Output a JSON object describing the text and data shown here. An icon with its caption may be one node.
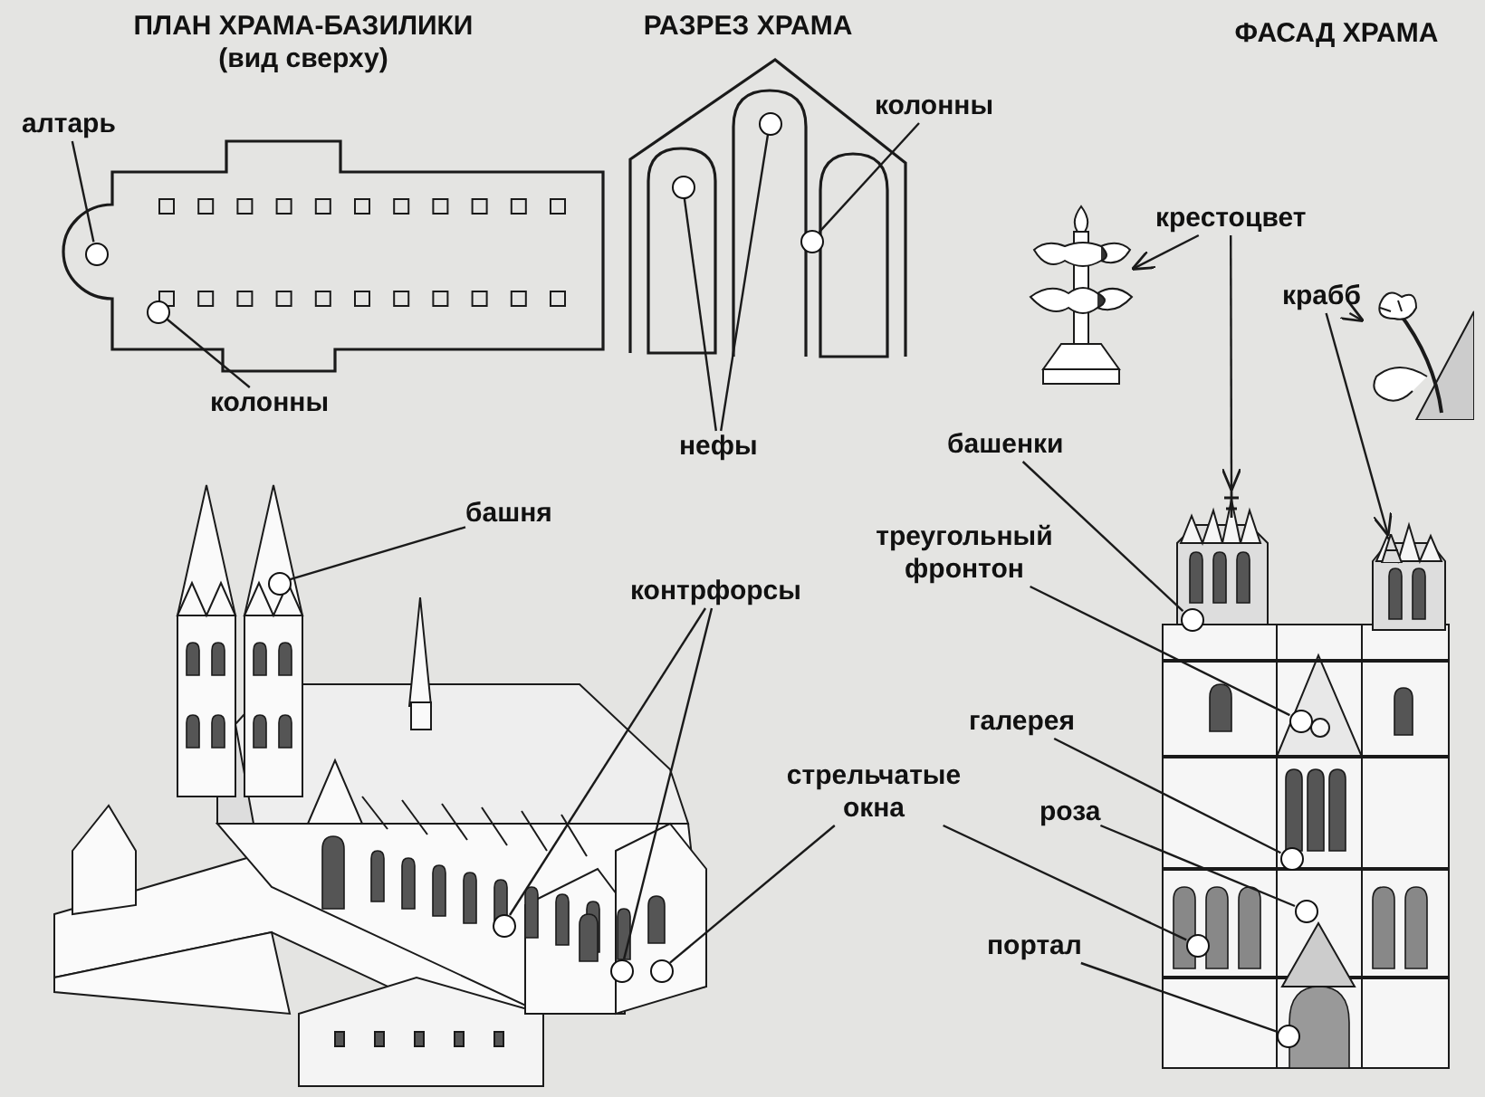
{
  "diagram": {
    "nodes": [
      {
        "text": [
          "алтарь"
        ]
      },
      {
        "text": [],
        "shape": "circle"
      },
      {
        "text": [
          "колонны"
        ]
      },
      {
        "text": [],
        "shape": "circle"
      },
      {
        "text": [
          "нефы"
        ]
      },
      {
        "text": [],
        "shape": "circle"
      },
      {
        "text": [],
        "shape": "circle"
      },
      {
        "text": [
          "колонны"
        ]
      },
      {
        "text": [],
        "shape": "circle"
      },
      {
        "text": [
          "крестоцвет"
        ]
      },
      {
        "text": [],
        "shape": "picture"
      },
      {
        "text": [
          "крабб"
        ]
      },
      {
        "text": [],
        "shape": "picture"
      },
      {
        "text": [],
        "shape": "picture"
      },
      {
        "text": [],
        "shape": "picture"
      },
      {
        "text": [
          "башенки"
        ]
      },
      {
        "text": [],
        "shape": "circle"
      },
      {
        "text": [
          "треугольный фронтон"
        ]
      },
      {
        "text": [],
        "shape": "circle"
      },
      {
        "text": [
          "башня"
        ]
      },
      {
        "text": [],
        "shape": "circle"
      },
      {
        "text": [
          "контрфорсы"
        ]
      },
      {
        "text": [],
        "shape": "circle"
      },
      {
        "text": [],
        "shape": "circle"
      },
      {
        "text": [
          "галерея"
        ]
      },
      {
        "text": [],
        "shape": "circle"
      },
      {
        "text": [
          "стрельчатые окна"
        ]
      },
      {
        "text": [],
        "shape": "circle"
      },
      {
        "text": [],
        "shape": "circle"
      },
      {
        "text": [
          "роза"
        ]
      },
      {
        "text": [],
        "shape": "circle"
      },
      {
        "text": [
          "портал"
        ]
      },
      {
        "text": [],
        "shape": "circle"
      }
    ],
    "edges": [
      {
        "from": 0,
        "to": 1,
        "arrow": "none"
      },
      {
        "from": 2,
        "to": 3,
        "arrow": "none"
      },
      {
        "from": 4,
        "to": 5,
        "arrow": "none"
      },
      {
        "from": 4,
        "to": 6,
        "arrow": "none"
      },
      {
        "from": 7,
        "to": 8,
        "arrow": "none"
      },
      {
        "from": 9,
        "to": 10,
        "arrow": "to"
      },
      {
        "from": 9,
        "to": 13,
        "arrow": "to"
      },
      {
        "from": 11,
        "to": 12,
        "arrow": "to"
      },
      {
        "from": 11,
        "to": 14,
        "arrow": "to"
      },
      {
        "from": 15,
        "to": 16,
        "arrow": "none"
      },
      {
        "from": 17,
        "to": 18,
        "arrow": "none"
      },
      {
        "from": 19,
        "to": 20,
        "arrow": "none"
      },
      {
        "from": 21,
        "to": 22,
        "arrow": "none"
      },
      {
        "from": 21,
        "to": 23,
        "arrow": "none"
      },
      {
        "from": 24,
        "to": 25,
        "arrow": "none"
      },
      {
        "from": 26,
        "to": 27,
        "arrow": "none"
      },
      {
        "from": 26,
        "to": 28,
        "arrow": "none"
      },
      {
        "from": 29,
        "to": 30,
        "arrow": "none"
      },
      {
        "from": 31,
        "to": 32,
        "arrow": "none"
      }
    ],
    "labels": [
      "ПЛАН ХРАМА-БАЗИЛИКИ",
      "(вид сверху)",
      "РАЗРЕЗ ХРАМА",
      "ФАСАД ХРАМА"
    ]
  }
}
